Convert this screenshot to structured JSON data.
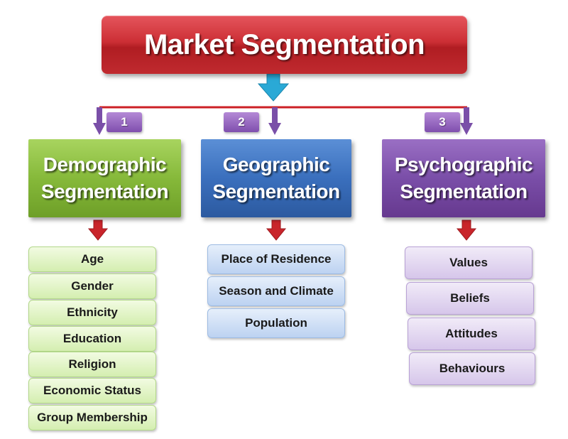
{
  "title": "Market Segmentation",
  "colors": {
    "connector_line": "#cc2026",
    "arrow_red": "#c9252b",
    "arrow_purple": "#7a4fa8",
    "arrow_cyan": "#2aa9d6"
  },
  "segments": [
    {
      "number": "1",
      "line1": "Demographic",
      "line2": "Segmentation",
      "color": "#86b93a",
      "items": [
        "Age",
        "Gender",
        "Ethnicity",
        "Education",
        "Religion",
        "Economic Status",
        "Group Membership"
      ]
    },
    {
      "number": "2",
      "line1": "Geographic",
      "line2": "Segmentation",
      "color": "#3a6fbd",
      "items": [
        "Place of Residence",
        "Season and Climate",
        "Population"
      ]
    },
    {
      "number": "3",
      "line1": "Psychographic",
      "line2": "Segmentation",
      "color": "#7a4ea8",
      "items": [
        "Values",
        "Beliefs",
        "Attitudes",
        "Behaviours"
      ]
    }
  ]
}
